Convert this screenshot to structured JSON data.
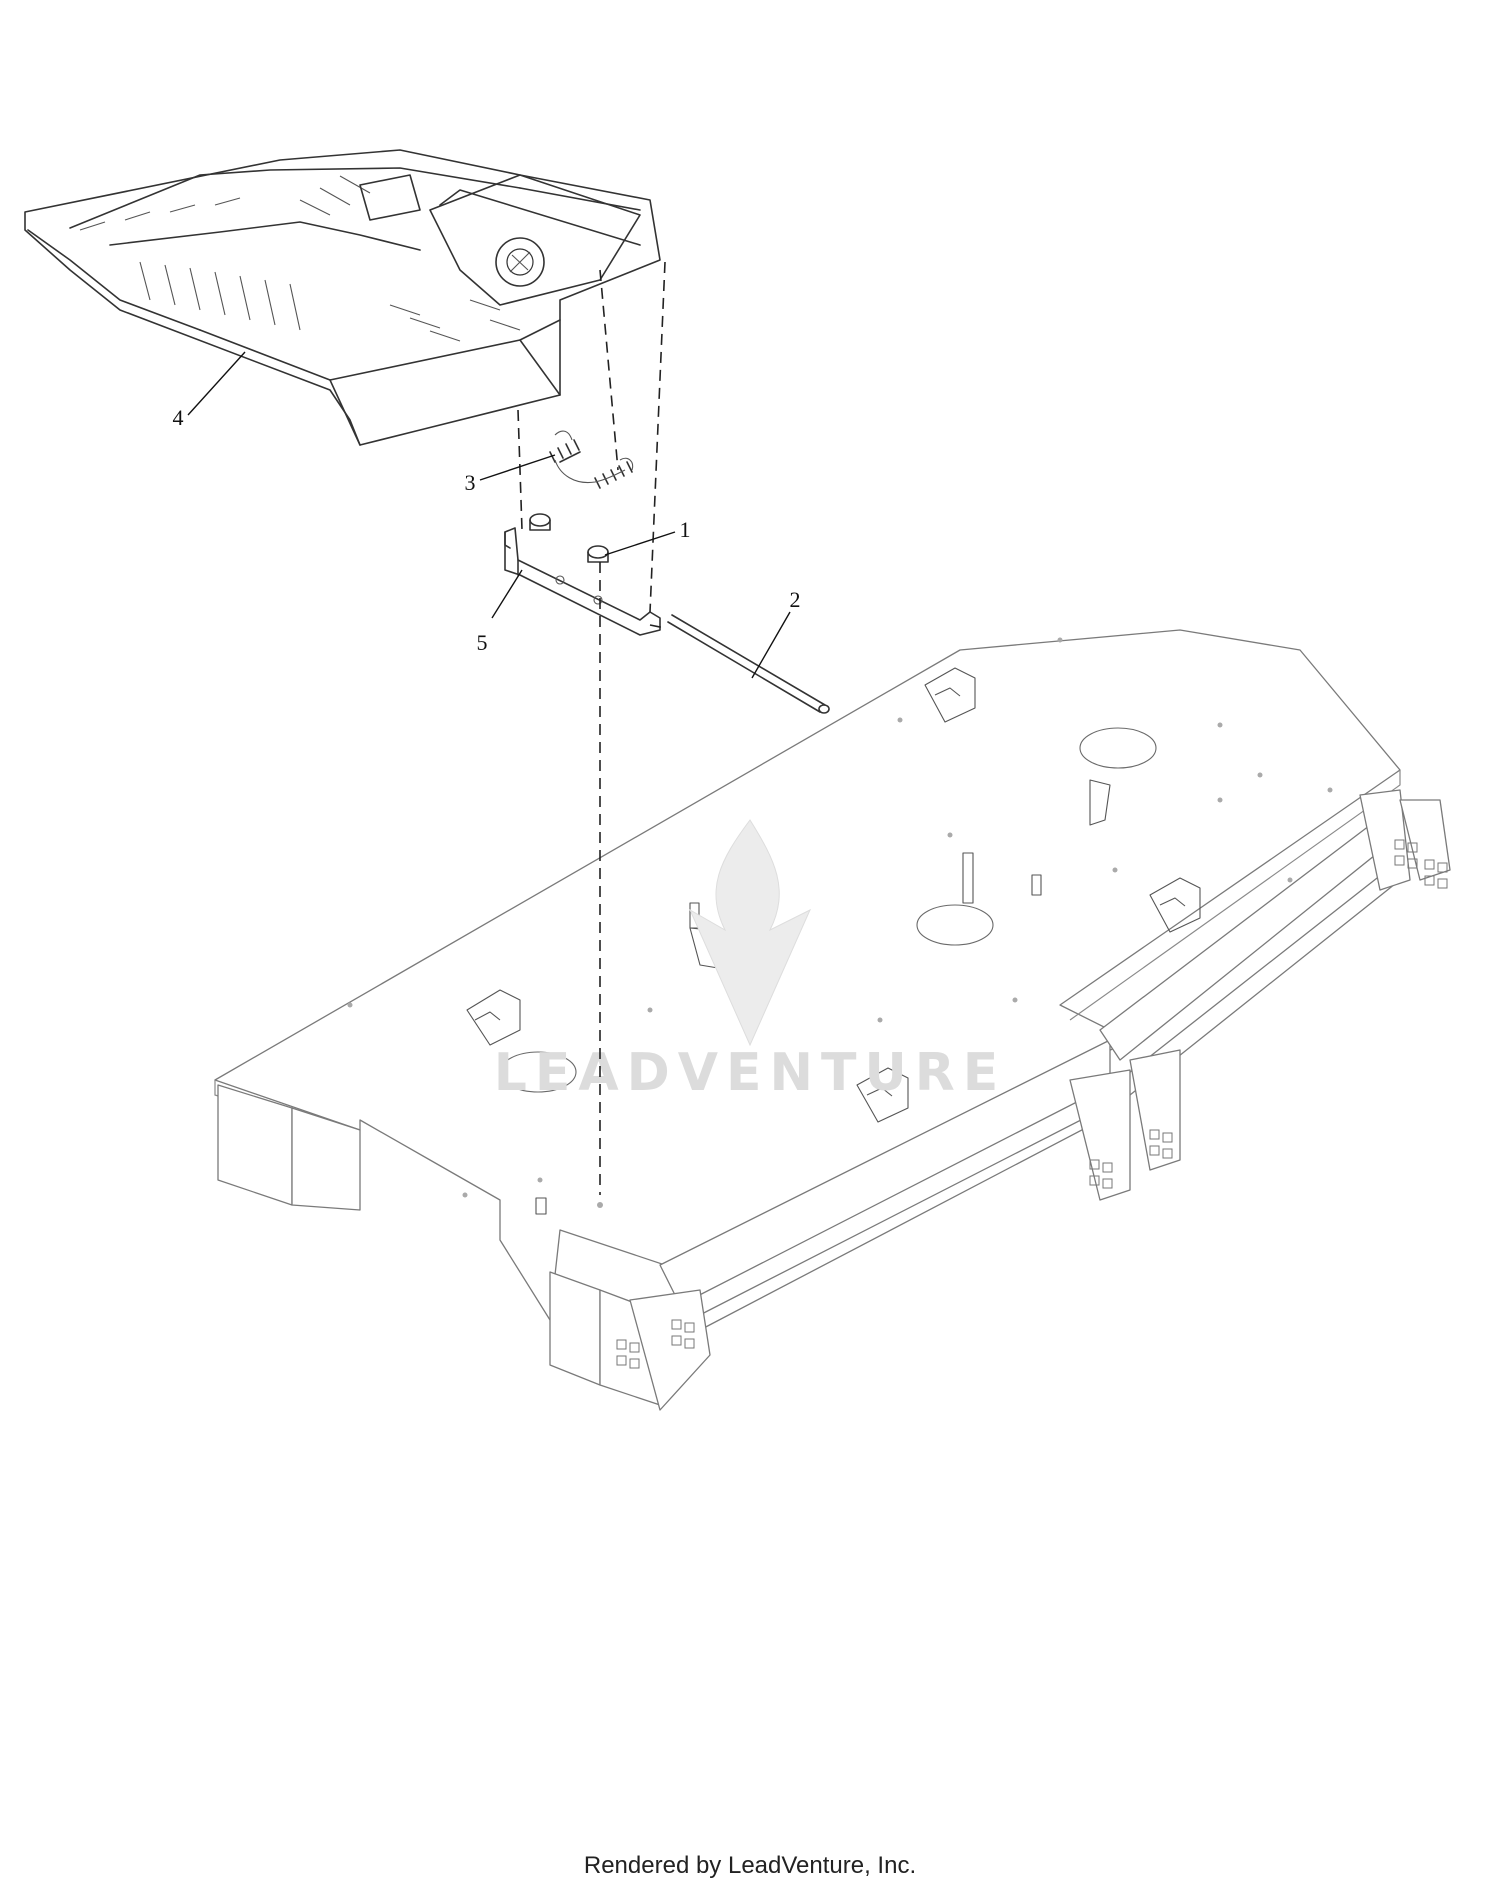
{
  "callouts": [
    {
      "id": "1",
      "label": "1"
    },
    {
      "id": "2",
      "label": "2"
    },
    {
      "id": "3",
      "label": "3"
    },
    {
      "id": "4",
      "label": "4"
    },
    {
      "id": "5",
      "label": "5"
    }
  ],
  "watermark": {
    "text": "LEADVENTURE"
  },
  "footer": {
    "text": "Rendered by LeadVenture, Inc."
  }
}
